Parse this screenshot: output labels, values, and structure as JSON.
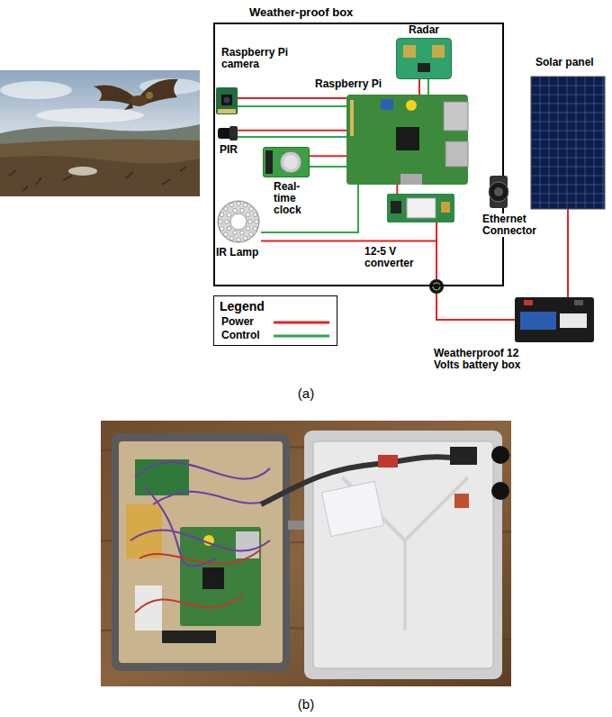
{
  "diagram": {
    "nodes": [
      {
        "text": [
          "Weather-proof box"
        ]
      },
      {
        "text": [
          "Raspberry Pi camera"
        ],
        "in": 0
      },
      {
        "text": [
          "Radar"
        ],
        "in": 0
      },
      {
        "text": [
          "Raspberry Pi"
        ],
        "in": 0
      },
      {
        "text": [
          "PIR"
        ],
        "in": 0
      },
      {
        "text": [
          "Real- time clock"
        ],
        "in": 0
      },
      {
        "text": [
          "IR Lamp"
        ],
        "in": 0
      },
      {
        "text": [
          "12-5 V converter"
        ],
        "in": 0
      },
      {
        "text": [
          "Ethernet Connector"
        ],
        "in": 0
      },
      {
        "text": [
          "Solar panel"
        ]
      },
      {
        "text": [
          "Weatherproof 12 Volts battery box"
        ]
      }
    ],
    "edges": [
      {
        "from": 1,
        "to": 3,
        "arrow": "none"
      },
      {
        "from": 1,
        "to": 3,
        "arrow": "none"
      },
      {
        "from": 4,
        "to": 3,
        "arrow": "none"
      },
      {
        "from": 4,
        "to": 3,
        "arrow": "none"
      },
      {
        "from": 5,
        "to": 3,
        "arrow": "none"
      },
      {
        "from": 5,
        "to": 3,
        "arrow": "none"
      },
      {
        "from": 2,
        "to": 3,
        "arrow": "none"
      },
      {
        "from": 2,
        "to": 3,
        "arrow": "none"
      },
      {
        "from": 6,
        "to": 3,
        "arrow": "none"
      },
      {
        "from": 7,
        "to": 3,
        "arrow": "none"
      },
      {
        "from": 6,
        "to": 7,
        "arrow": "none"
      },
      {
        "from": 7,
        "to": 10,
        "arrow": "none"
      },
      {
        "from": 9,
        "to": 10,
        "arrow": "none"
      }
    ],
    "labels": [
      "Legend",
      "(a)",
      "(b)"
    ],
    "legend": [
      {
        "text": "Power"
      },
      {
        "text": "Control"
      }
    ]
  }
}
